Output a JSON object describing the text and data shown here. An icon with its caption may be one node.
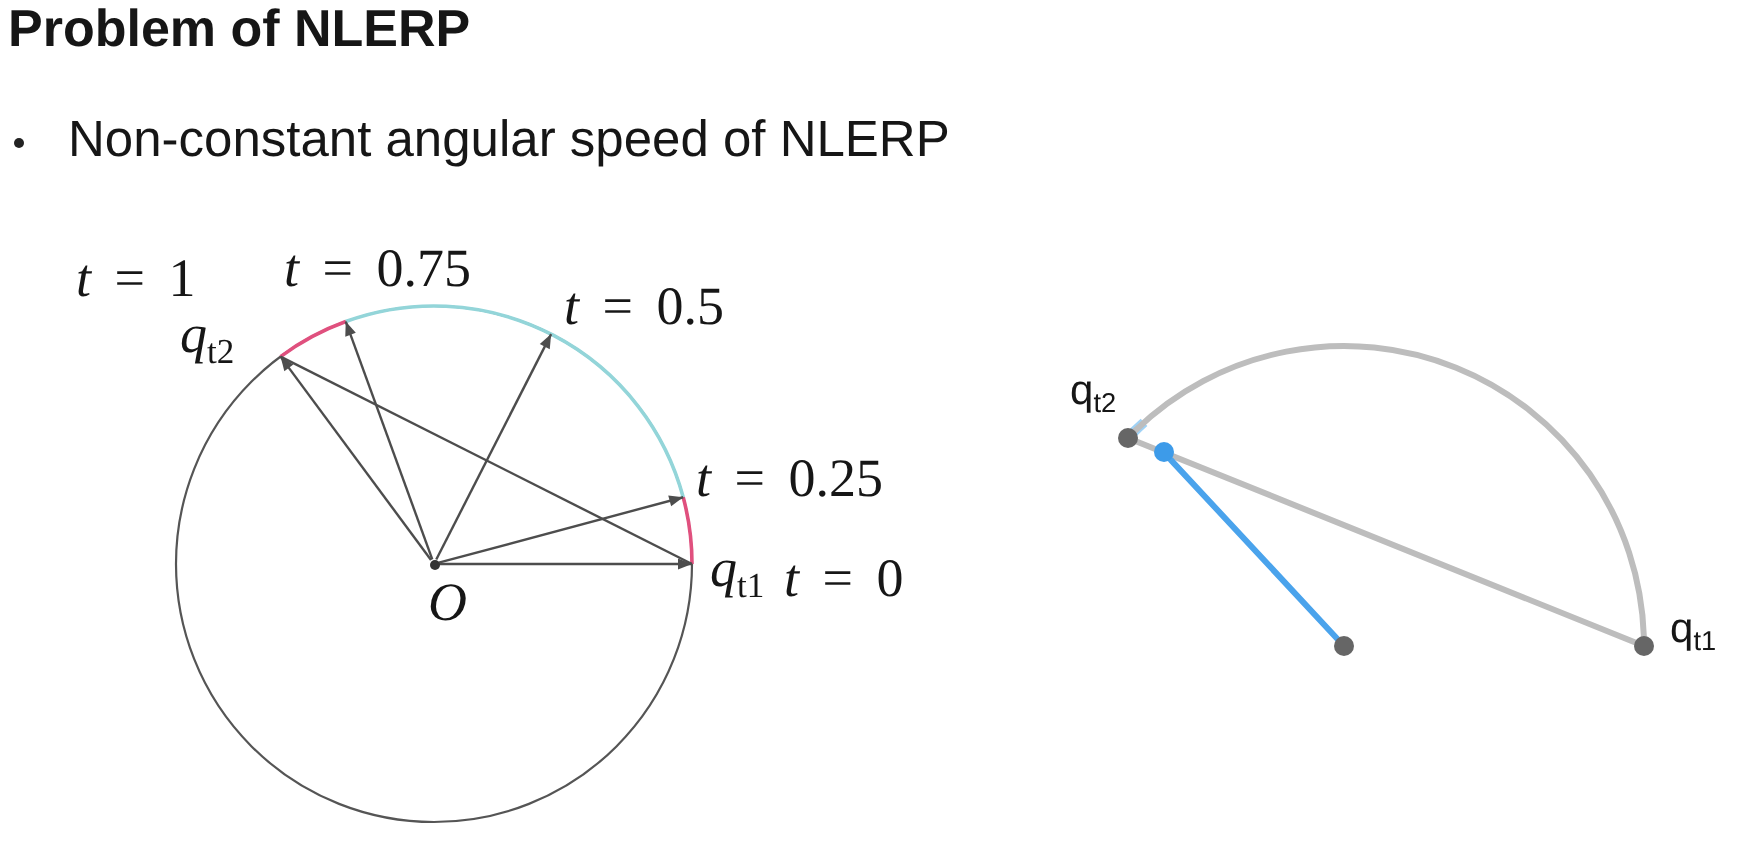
{
  "diagram": {
    "title": "Problem of NLERP",
    "nodes": [
      {
        "text": [
          "*t* = 0.75"
        ]
      },
      {
        "text": [
          "*t* = 0.5"
        ]
      },
      {
        "text": [
          "*q*$_{t2}$"
        ]
      },
      {
        "text": [
          "*t* = 0.25"
        ]
      },
      {
        "text": [],
        "shape": "dot",
        "beside": [
          "O"
        ]
      },
      {
        "text": [
          "*q*$_{t1}$"
        ]
      },
      {
        "text": [],
        "shape": "dot",
        "beside": [
          "q$_{t2}$"
        ]
      },
      {
        "text": [],
        "shape": "dot"
      },
      {
        "text": [],
        "shape": "dot"
      },
      {
        "text": [],
        "shape": "dot",
        "beside": [
          "q$_{t1}$"
        ]
      }
    ],
    "edges": [
      {
        "from": 4,
        "to": 5,
        "arrow": "to"
      },
      {
        "from": 4,
        "to": 3,
        "arrow": "to"
      },
      {
        "from": 4,
        "to": 1,
        "arrow": "to"
      },
      {
        "from": 4,
        "to": 0,
        "arrow": "to"
      },
      {
        "from": 4,
        "to": 2,
        "arrow": "to"
      },
      {
        "from": 6,
        "to": 9,
        "arrow": "none",
        "style": "thick",
        "color": "#bdbdbd"
      },
      {
        "from": 6,
        "to": 9,
        "arrow": "none",
        "style": "thick",
        "color": "#bdbdbd"
      },
      {
        "from": 8,
        "to": 7,
        "arrow": "none",
        "style": "thick",
        "color": "#4aa3ec"
      }
    ],
    "labels": [
      "Non-constant angular speed of NLERP",
      "*t* = 1",
      "*t* = 0"
    ]
  }
}
